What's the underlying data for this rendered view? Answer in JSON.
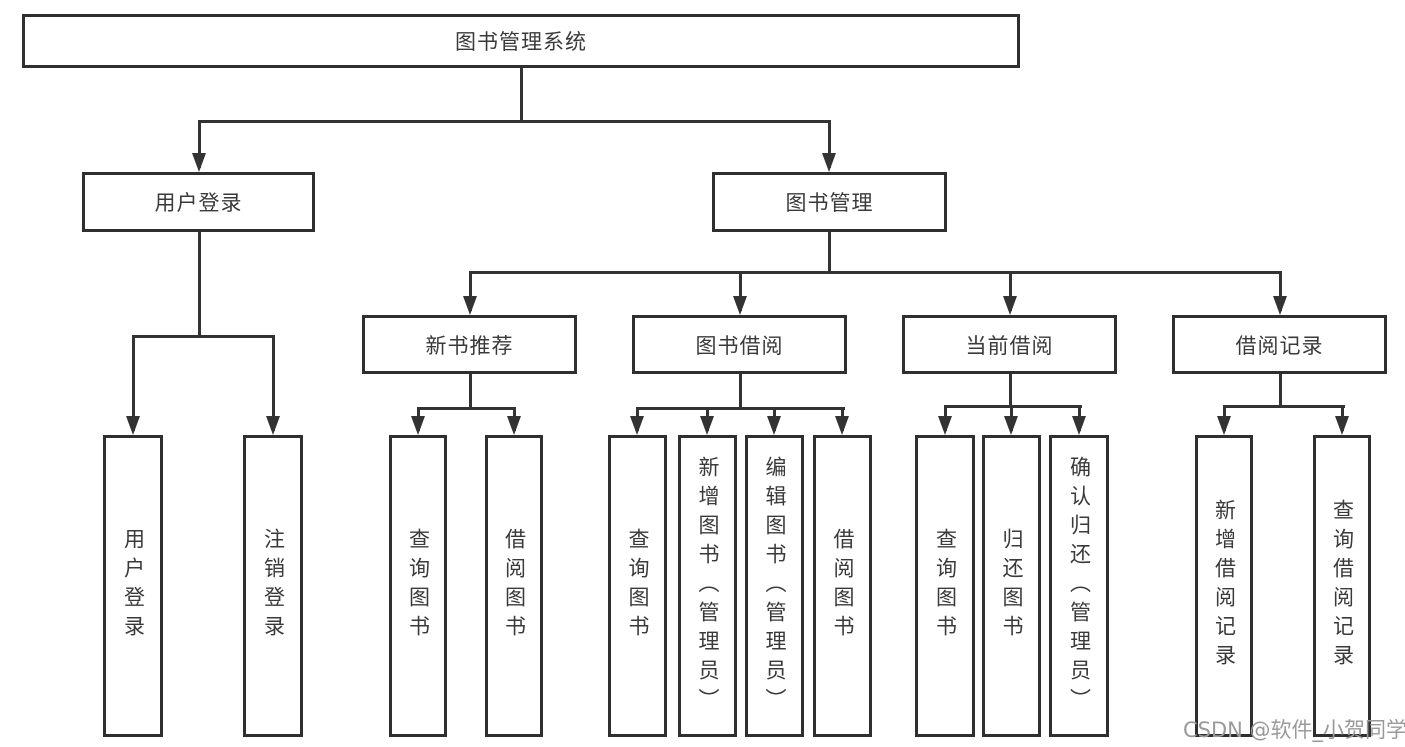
{
  "colors": {
    "line": "#333333",
    "box_border": "#2f2f2f",
    "text": "#3a3a3a",
    "background": "#ffffff",
    "watermark": "#9a9a9a"
  },
  "watermark": {
    "text": "CSDN @软件_小贺同学"
  },
  "tree": {
    "root": {
      "label": "图书管理系统"
    },
    "level2": [
      {
        "label": "用户登录"
      },
      {
        "label": "图书管理"
      }
    ],
    "level3": [
      {
        "label": "新书推荐"
      },
      {
        "label": "图书借阅"
      },
      {
        "label": "当前借阅"
      },
      {
        "label": "借阅记录"
      }
    ],
    "leaves": {
      "user_login": [
        {
          "label": "用户登录"
        },
        {
          "label": "注销登录"
        }
      ],
      "new_book": [
        {
          "label": "查询图书"
        },
        {
          "label": "借阅图书"
        }
      ],
      "book_borrow": [
        {
          "label": "查询图书"
        },
        {
          "label": "新增图书（管理员）"
        },
        {
          "label": "编辑图书（管理员）"
        },
        {
          "label": "借阅图书"
        }
      ],
      "current_borrow": [
        {
          "label": "查询图书"
        },
        {
          "label": "归还图书"
        },
        {
          "label": "确认归还（管理员）"
        }
      ],
      "borrow_records": [
        {
          "label": "新增借阅记录"
        },
        {
          "label": "查询借阅记录"
        }
      ]
    }
  }
}
